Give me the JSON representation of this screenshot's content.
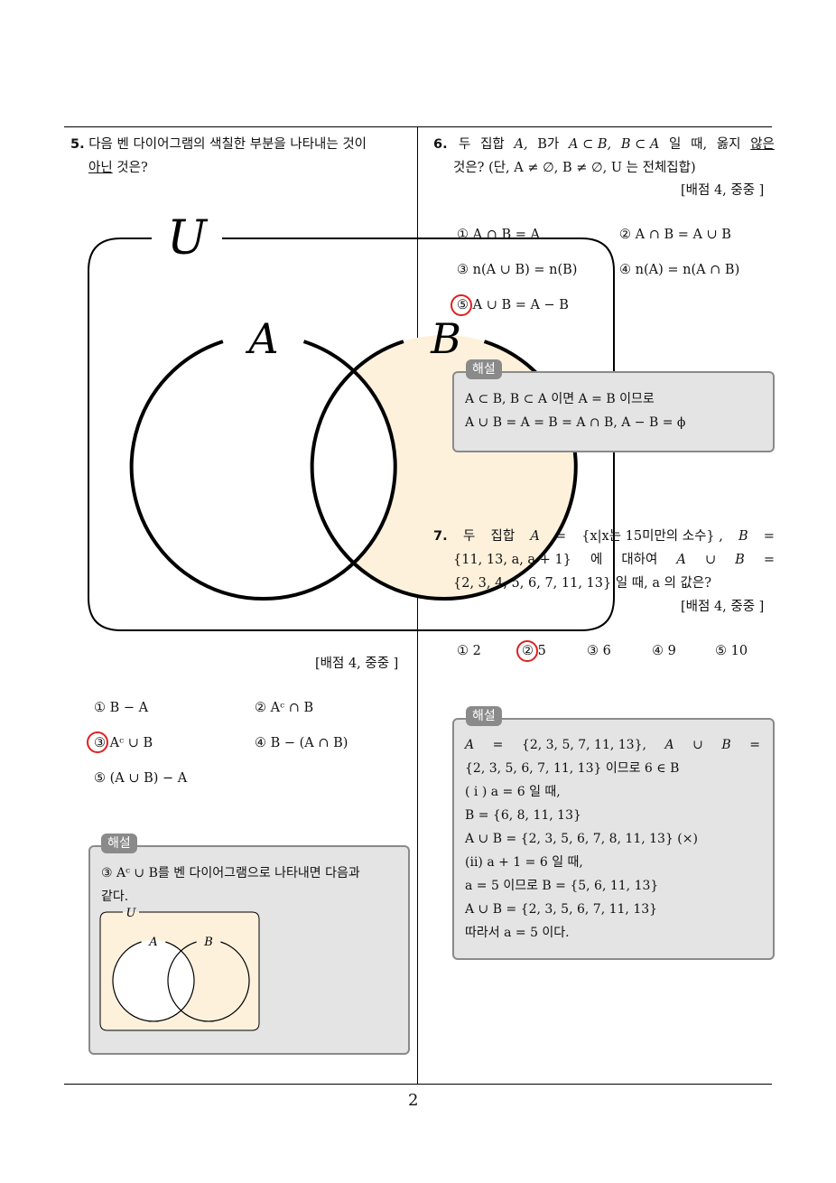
{
  "page_number": "2",
  "q5": {
    "number": "5.",
    "line1": "다음 벤 다이어그램의 색칠한 부분을 나타내는 것이",
    "line2_underlined": "아닌",
    "line2_rest": " 것은?",
    "venn": {
      "u_label": "U",
      "a_label": "A",
      "b_label": "B"
    },
    "score": "[배점 4,  중중 ]",
    "choices": {
      "c1": "① B − A",
      "c2": "② Aᶜ ∩ B",
      "c3": "③ Aᶜ ∪ B",
      "c4": "④ B − (A ∩ B)",
      "c5": "⑤ (A ∪ B) − A"
    },
    "solution": {
      "tab": "해설",
      "line1": "③ Aᶜ ∪ B를 벤 다이어그램으로 나타내면 다음과",
      "line2": "같다.",
      "small_u": "U",
      "small_a": "A",
      "small_b": "B"
    }
  },
  "q6": {
    "number": "6.",
    "line1_parts": [
      "두",
      "집합",
      "A,",
      "B가",
      "A ⊂ B,",
      "B ⊂ A",
      "일",
      "때,",
      "옳지"
    ],
    "line1_underlined": "않은",
    "line2": "것은? (단, A ≠ ∅,  B ≠ ∅,  U 는 전체집합)",
    "score": "[배점 4,  중중 ]",
    "choices": {
      "c1": "① A ∩ B = A",
      "c2": "② A ∩ B = A ∪ B",
      "c3": "③ n(A ∪ B) = n(B)",
      "c4": "④ n(A) = n(A ∩ B)",
      "c5": "⑤ A ∪ B = A − B"
    },
    "solution": {
      "tab": "해설",
      "line1": "A ⊂ B, B ⊂ A 이면 A = B 이므로",
      "line2": "A ∪ B = A = B = A ∩ B, A − B = ϕ"
    }
  },
  "q7": {
    "number": "7.",
    "line1_parts": [
      "두",
      "집합",
      "A",
      "=",
      "{x|x는 15미만의 소수} ,",
      "B",
      "="
    ],
    "line2_parts": [
      "{11, 13, a, a + 1}",
      "에",
      "대하여",
      "A",
      "∪",
      "B",
      "="
    ],
    "line3": "{2, 3, 4, 5, 6, 7, 11, 13} 일 때, a 의 값은?",
    "score": "[배점 4,  중중 ]",
    "choices": {
      "c1": "① 2",
      "c2": "② 5",
      "c3": "③ 6",
      "c4": "④ 9",
      "c5": "⑤ 10"
    },
    "solution": {
      "tab": "해설",
      "line1_parts": [
        "A",
        "=",
        "{2, 3, 5, 7, 11, 13},",
        "A",
        "∪",
        "B",
        "="
      ],
      "line2": "{2, 3, 5, 6, 7, 11, 13} 이므로 6 ∈ B",
      "line3": "( i ) a = 6 일 때,",
      "line4": "B = {6, 8, 11, 13}",
      "line5": " A ∪ B = {2, 3, 5, 6, 7, 8, 11, 13}  (×)",
      "line6": "(ii) a + 1 = 6 일 때,",
      "line7": "a = 5 이므로 B = {5, 6, 11, 13}",
      "line8": " A ∪ B = {2, 3, 5, 6, 7, 11, 13}",
      "line9": "따라서 a = 5 이다."
    }
  },
  "colors": {
    "shade": "#fdf1dc",
    "mark": "#e02020",
    "box_bg": "#e4e4e4",
    "box_border": "#8a8a8a"
  }
}
